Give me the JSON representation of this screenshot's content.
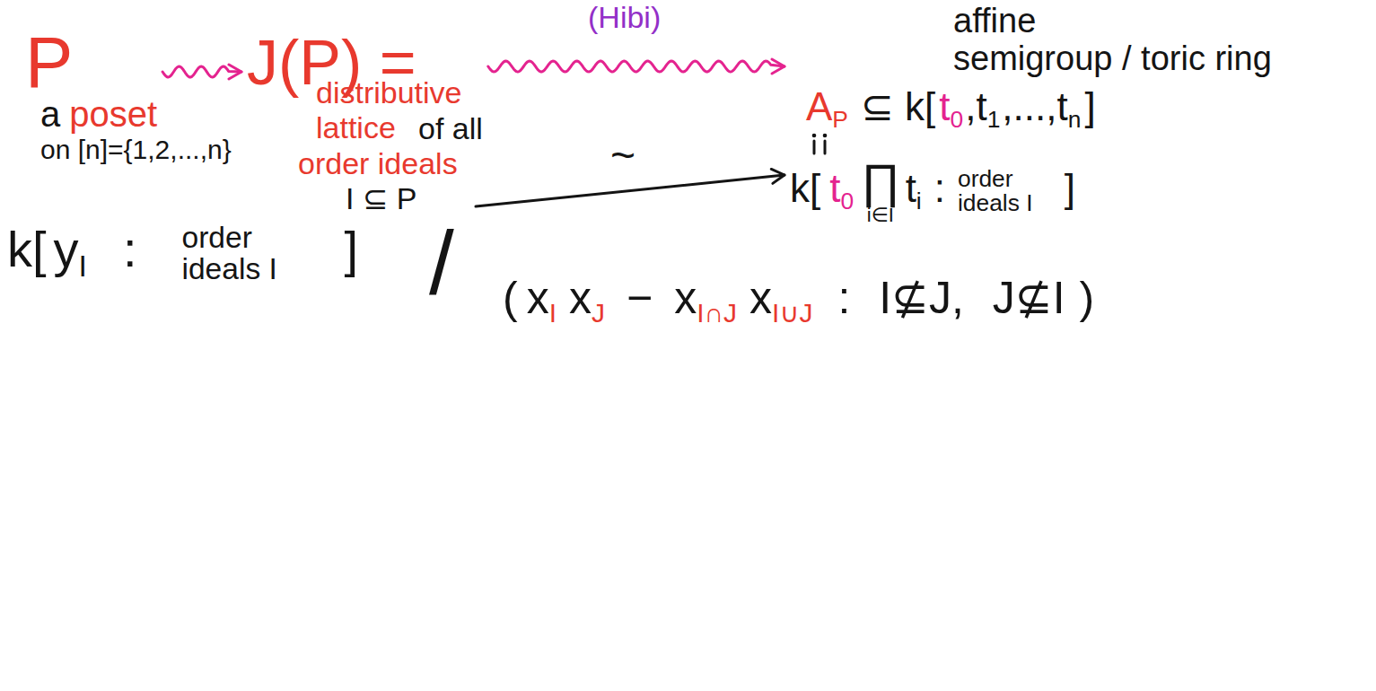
{
  "diagram": {
    "title": "(Hibi)",
    "nodes": [
      {
        "text": [
          "P",
          "a",
          "poset"
        ]
      },
      {
        "text": [
          "J(P) =",
          "distributive lattice",
          "of all",
          "order ideals",
          "I ⊆ P"
        ]
      },
      {
        "text": [
          "affine",
          "semigroup / toric ring",
          "A",
          "P",
          "⊆ k[",
          "t",
          "0",
          ",t",
          "1",
          ",...,t",
          "n",
          "]",
          "k[",
          "t",
          "0",
          "∏",
          "i∈I",
          "t",
          "i",
          ":",
          "order ideals I",
          "]"
        ]
      },
      {
        "text": [
          "k[",
          "y",
          "I",
          ":",
          "order ideals I",
          "]",
          "/",
          "(",
          "x",
          "I",
          "x",
          "J",
          "−",
          "x",
          "I∩J",
          "x",
          "I∪J",
          ": I⊈J, J⊈I",
          ")"
        ]
      }
    ],
    "edges": [
      {
        "from": 0,
        "to": 1,
        "arrow": "to"
      },
      {
        "from": 1,
        "to": 2,
        "arrow": "to"
      },
      {
        "from": 3,
        "to": 2,
        "label": "~",
        "arrow": "to"
      }
    ],
    "labels": [
      "on [n]={1,2,...,n}"
    ]
  }
}
